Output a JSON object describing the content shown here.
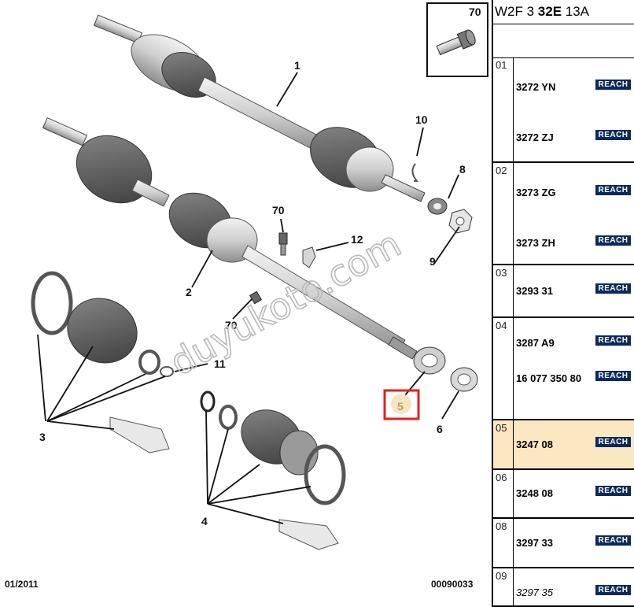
{
  "diagram": {
    "callouts": [
      "1",
      "2",
      "3",
      "4",
      "5",
      "6",
      "8",
      "9",
      "10",
      "11",
      "12",
      "70",
      "70"
    ],
    "footer_left": "01/2011",
    "footer_right": "00090033",
    "watermark": "duyukoto.com",
    "thumbnail_label": "70",
    "highlight_color": "#e41e1e"
  },
  "sidebar": {
    "header_prefix": "W2F 3 ",
    "header_bold": "32E",
    "header_suffix": " 13A",
    "badge_label": "REACH",
    "rows": [
      {
        "index": "01",
        "refs": [
          "3272 YN",
          "3272 ZJ"
        ]
      },
      {
        "index": "02",
        "refs": [
          "3273 ZG",
          "3273 ZH"
        ]
      },
      {
        "index": "03",
        "refs": [
          "3293 31"
        ]
      },
      {
        "index": "04",
        "refs": [
          "3287 A9",
          "16 077 350 80"
        ]
      },
      {
        "index": "05",
        "refs": [
          "3247 08"
        ],
        "selected": true
      },
      {
        "index": "06",
        "refs": [
          "3248 08"
        ]
      },
      {
        "index": "08",
        "refs": [
          "3297 33"
        ]
      },
      {
        "index": "09",
        "refs": [
          "3297 35"
        ]
      }
    ]
  }
}
